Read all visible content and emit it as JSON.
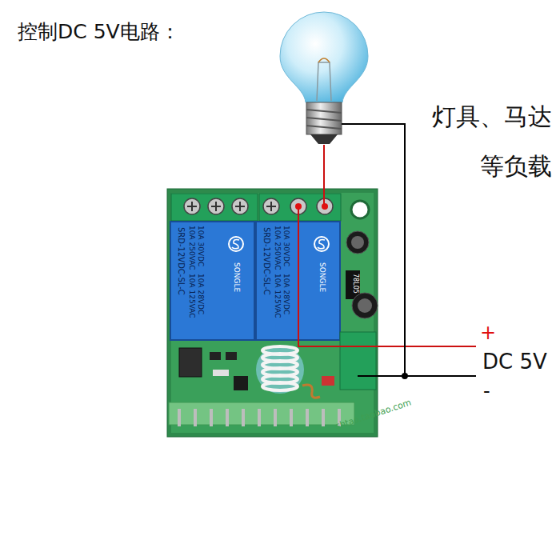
{
  "diagram": {
    "title": "控制DC 5V电路：",
    "labels": [
      "灯具、马达 等负载",
      "+",
      "DC 5V",
      "-",
      "SRD-12VDC-SL-C",
      "10A 250VAC",
      "10A 125VAC",
      "10A 30VDC",
      "10A 28VDC",
      "SONGLE",
      "SRD-12VDC-SL-C",
      "10A 250VAC",
      "10A 125VAC",
      "10A 30VDC",
      "10A 28VDC",
      "SONGLE",
      "78L05",
      "shtao.taobao.com"
    ]
  }
}
